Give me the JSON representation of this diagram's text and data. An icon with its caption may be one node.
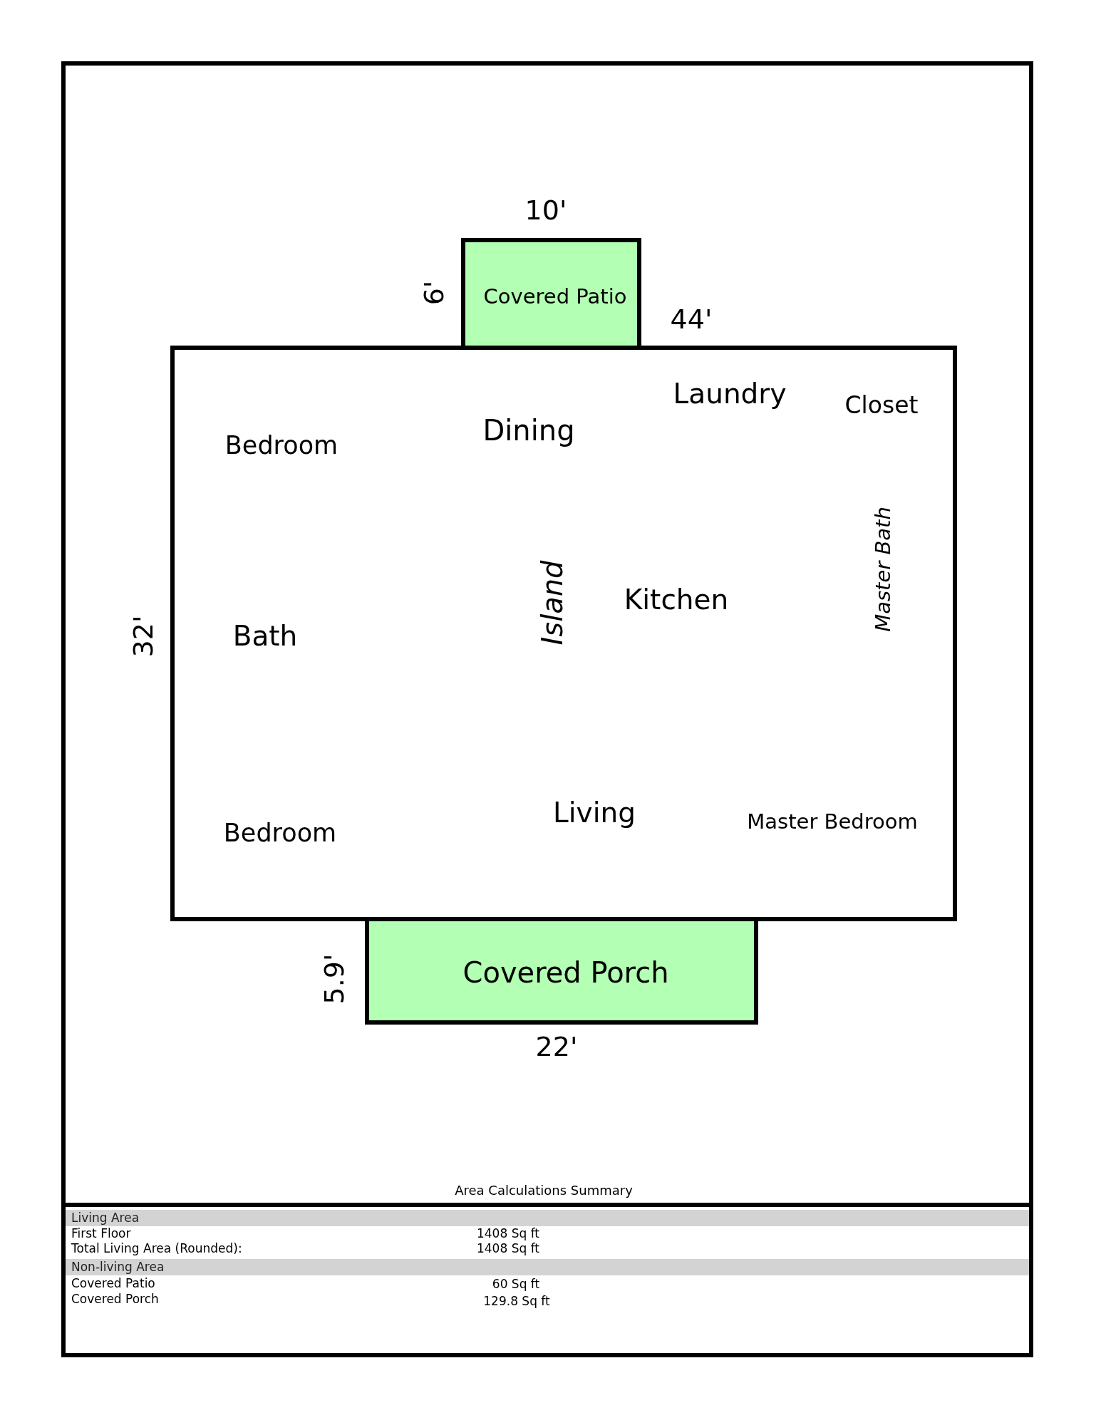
{
  "diagram": {
    "nodes": [
      {
        "text": [
          "Covered Patio"
        ]
      },
      {
        "text": [
          "Laundry",
          "Closet",
          "Dining",
          "Bedroom",
          "Island",
          "Kitchen",
          "Master Bath",
          "Bath",
          "Living",
          "Master Bedroom",
          "Bedroom"
        ]
      },
      {
        "text": [
          "Covered Porch"
        ]
      }
    ],
    "labels": [
      "10'",
      "6'",
      "44'",
      "32'",
      "5.9'",
      "22'",
      "Area Calculations Summary",
      "Living Area",
      "First Floor",
      "1408 Sq ft",
      "Total Living Area (Rounded):",
      "1408 Sq ft",
      "Non-living Area",
      "Covered Patio",
      "60 Sq ft",
      "Covered Porch",
      "129.8 Sq ft"
    ]
  }
}
